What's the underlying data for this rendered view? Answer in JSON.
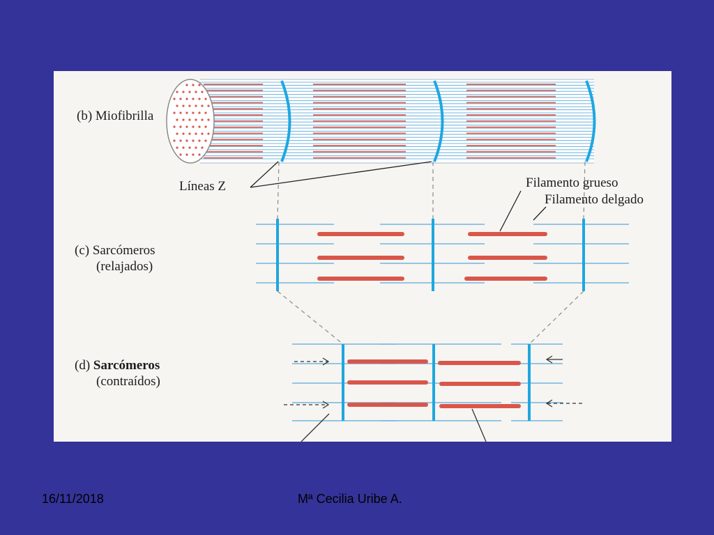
{
  "slide": {
    "date": "16/11/2018",
    "author": "Mª  Cecilia Uribe A."
  },
  "figure": {
    "b_prefix": "(b)",
    "b_label": "Miofibrilla",
    "z_lines": "Líneas Z",
    "thick": "Filamento grueso",
    "thin": "Filamento delgado",
    "c_prefix": "(c)",
    "c_label": "Sarcómeros",
    "c_sub": "(relajados)",
    "d_prefix": "(d)",
    "d_label": "Sarcómeros",
    "d_sub": "(contraídos)"
  },
  "colors": {
    "background": "#343399",
    "z_line": "#1ea7e0",
    "thin_filament": "#5aa9d8",
    "thick_filament": "#d9574a"
  }
}
